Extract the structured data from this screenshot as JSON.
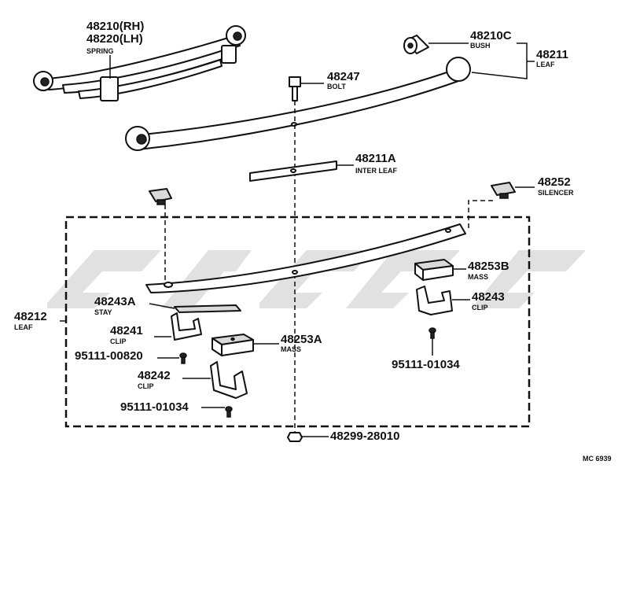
{
  "callouts": {
    "spring_rh": "48210(RH)",
    "spring_lh": "48220(LH)",
    "spring_name": "SPRING",
    "bush_pn": "48210C",
    "bush_name": "BUSH",
    "leaf1_pn": "48211",
    "leaf1_name": "LEAF",
    "bolt_pn": "48247",
    "bolt_name": "BOLT",
    "interleaf_pn": "48211A",
    "interleaf_name": "INTER LEAF",
    "silencer_pn": "48252",
    "silencer_name": "SILENCER",
    "mass_b_pn": "48253B",
    "mass_b_name": "MASS",
    "clip43_pn": "48243",
    "clip43_name": "CLIP",
    "leaf2_pn": "48212",
    "leaf2_name": "LEAF",
    "stay_pn": "48243A",
    "stay_name": "STAY",
    "clip41_pn": "48241",
    "clip41_name": "CLIP",
    "mass_a_pn": "48253A",
    "mass_a_name": "MASS",
    "screw1_pn": "95111-00820",
    "screw2_pn": "95111-01034",
    "clip42_pn": "48242",
    "clip42_name": "CLIP",
    "screw3_pn": "95111-01034",
    "nut_pn": "48299-28010"
  },
  "drawing_code": "MC 6939"
}
